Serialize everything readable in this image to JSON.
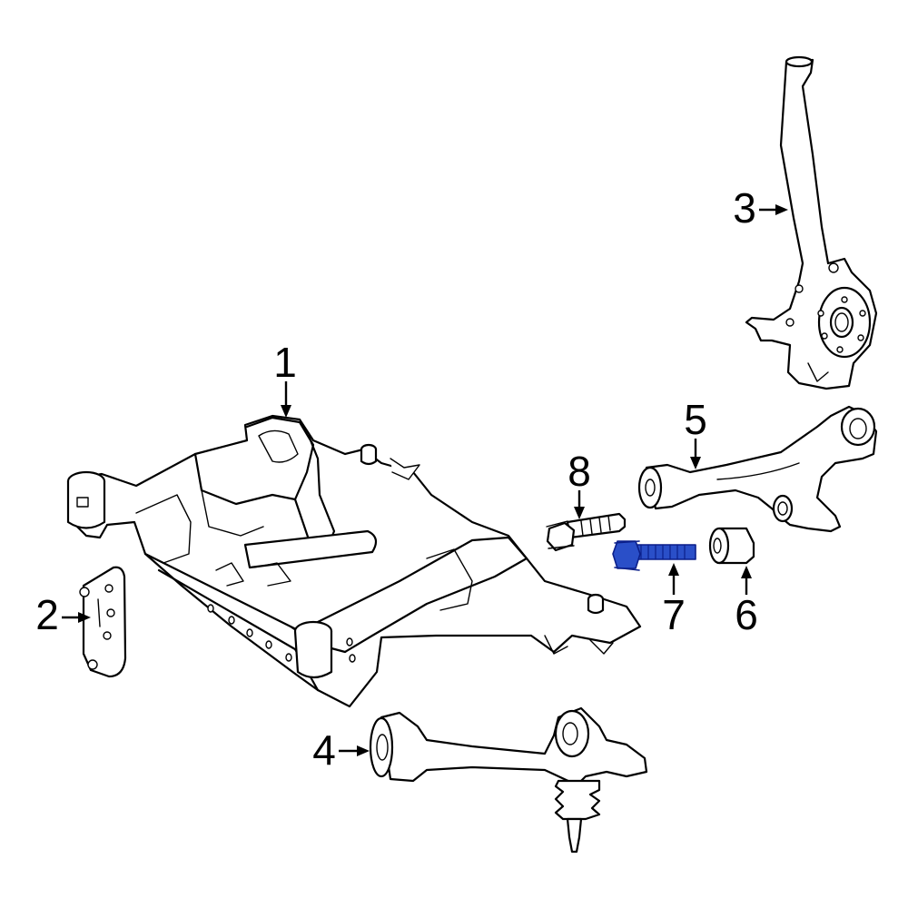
{
  "callouts": [
    {
      "id": "1",
      "label": "1"
    },
    {
      "id": "2",
      "label": "2"
    },
    {
      "id": "3",
      "label": "3"
    },
    {
      "id": "4",
      "label": "4"
    },
    {
      "id": "5",
      "label": "5"
    },
    {
      "id": "6",
      "label": "6"
    },
    {
      "id": "7",
      "label": "7"
    },
    {
      "id": "8",
      "label": "8"
    }
  ],
  "colors": {
    "outline": "#000000",
    "highlight_fill": "#2a4fc8",
    "highlight_stroke": "#0b1f8a",
    "background": "#ffffff"
  },
  "highlighted_part": "7"
}
